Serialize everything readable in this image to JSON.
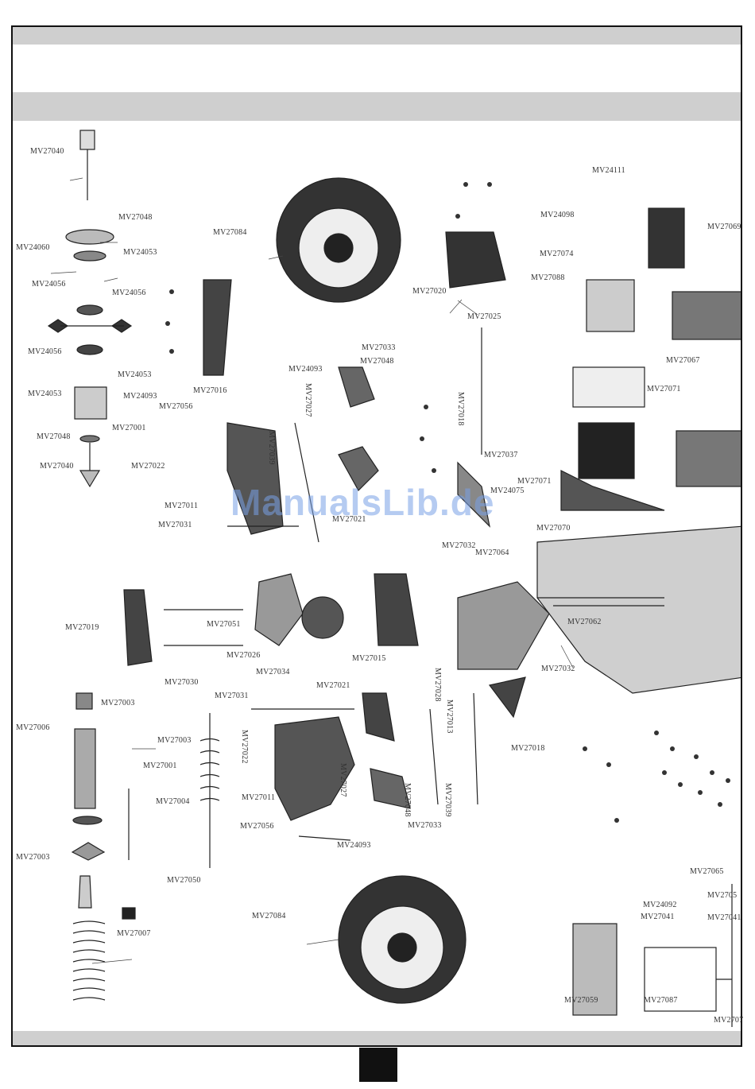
{
  "watermark": "ManualsLib.de",
  "labels": {
    "l01": "MV27040",
    "l02": "MV27048",
    "l03": "MV24060",
    "l04": "MV24053",
    "l05": "MV24056",
    "l06": "MV24056",
    "l07": "MV24056",
    "l08": "MV24053",
    "l09": "MV24053",
    "l10": "MV24093",
    "l11": "MV27048",
    "l12": "MV27001",
    "l13": "MV27040",
    "l14": "MV27056",
    "l15": "MV27022",
    "l16": "MV27016",
    "l17": "MV27011",
    "l18": "MV27031",
    "l19": "MV27084",
    "l20": "MV24093",
    "l21": "MV27033",
    "l22": "MV27048",
    "l23": "MV27027",
    "l24": "MV27039",
    "l25": "MV27021",
    "l26": "MV27020",
    "l27": "MV27025",
    "l28": "MV27018",
    "l29": "MV27037",
    "l30": "MV24075",
    "l31": "MV27032",
    "l32": "MV27064",
    "l33": "MV24111",
    "l34": "MV24098",
    "l35": "MV27074",
    "l36": "MV27088",
    "l37": "MV27069",
    "l38": "MV27067",
    "l39": "MV27071",
    "l40": "MV27071",
    "l41": "MV27070",
    "l42": "MV27062",
    "l43": "MV27019",
    "l44": "MV27051",
    "l45": "MV27026",
    "l46": "MV27030",
    "l47": "MV27034",
    "l48": "MV27015",
    "l49": "MV27021",
    "l50": "MV27028",
    "l51": "MV27032",
    "l52": "MV27013",
    "l53": "MV27018",
    "l54": "MV27031",
    "l55": "MV27022",
    "l56": "MV27011",
    "l57": "MV27027",
    "l58": "MV27048",
    "l59": "MV27039",
    "l60": "MV27033",
    "l61": "MV27056",
    "l62": "MV24093",
    "l63": "MV27003",
    "l64": "MV27006",
    "l65": "MV27003",
    "l66": "MV27001",
    "l67": "MV27004",
    "l68": "MV27003",
    "l69": "MV27050",
    "l70": "MV27007",
    "l71": "MV27084",
    "l72": "MV27065",
    "l73": "MV24092",
    "l74": "MV27041",
    "l75": "MV2705",
    "l76": "MV27059",
    "l77": "MV27087",
    "l78": "MV2707",
    "l79": "MV27041"
  }
}
